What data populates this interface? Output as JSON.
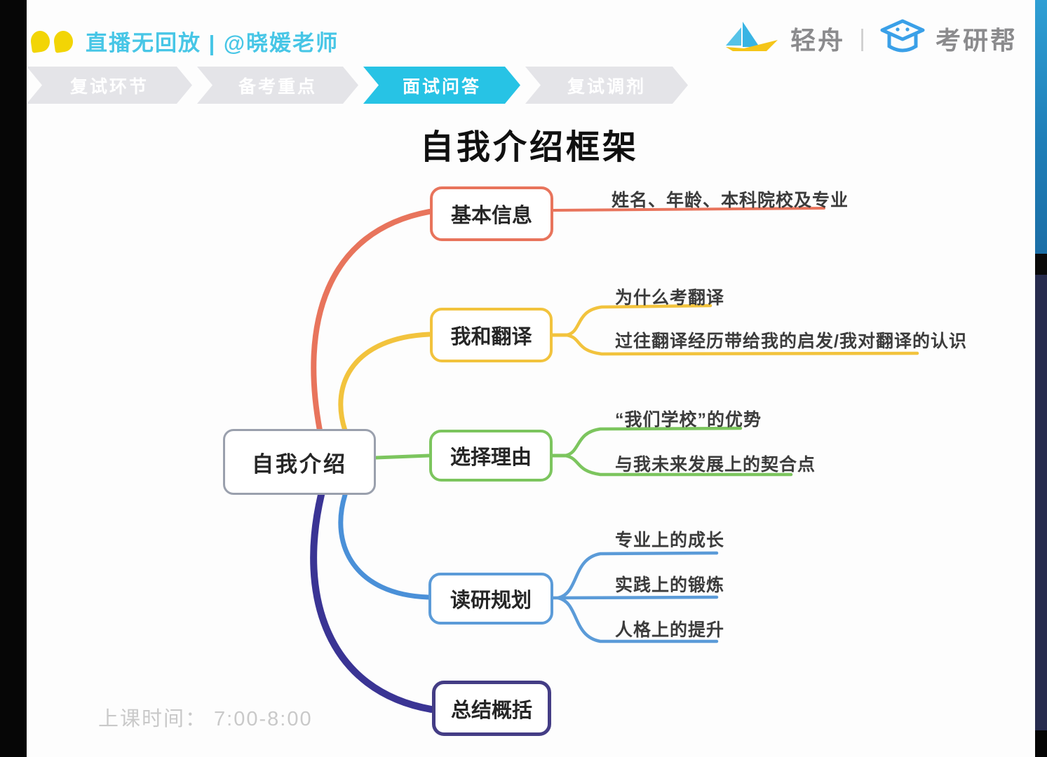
{
  "header": {
    "live_label": "直播无回放 | @晓媛老师",
    "brand_left": "轻舟",
    "brand_divider": "|",
    "brand_right": "考研帮"
  },
  "tabs": [
    {
      "label": "复试环节",
      "active": false
    },
    {
      "label": "备考重点",
      "active": false
    },
    {
      "label": "面试问答",
      "active": true
    },
    {
      "label": "复试调剂",
      "active": false
    }
  ],
  "title": "自我介绍框架",
  "mindmap": {
    "root": "自我介绍",
    "branches": [
      {
        "label": "基本信息",
        "color": "#e8745c",
        "leaves": [
          "姓名、年龄、本科院校及专业"
        ]
      },
      {
        "label": "我和翻译",
        "color": "#f2c33d",
        "leaves": [
          "为什么考翻译",
          "过往翻译经历带给我的启发/我对翻译的认识"
        ]
      },
      {
        "label": "选择理由",
        "color": "#7cc55e",
        "leaves": [
          "“我们学校”的优势",
          "与我未来发展上的契合点"
        ]
      },
      {
        "label": "读研规划",
        "color": "#5b9bd8",
        "leaves": [
          "专业上的成长",
          "实践上的锻炼",
          "人格上的提升"
        ]
      },
      {
        "label": "总结概括",
        "color": "#443d85",
        "leaves": []
      }
    ]
  },
  "footer": {
    "class_time": "上课时间： 7:00-8:00"
  }
}
